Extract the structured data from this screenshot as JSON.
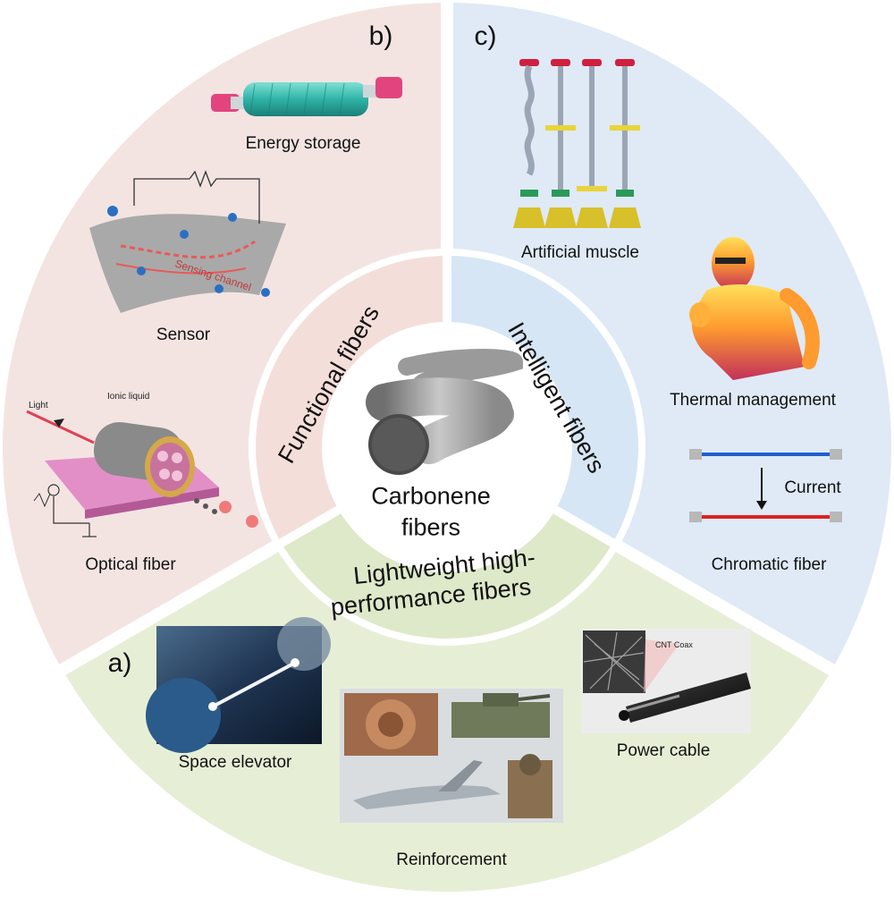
{
  "diagram": {
    "center": {
      "line1": "Carbonene",
      "line2": "fibers"
    },
    "rings": {
      "functional": "Functional  fibers",
      "intelligent": "Intelligent  fibers",
      "lightweight_line1": "Lightweight high-",
      "lightweight_line2": "performance fibers"
    },
    "sections": {
      "a": {
        "letter": "a)",
        "items": {
          "space_elevator": "Space elevator",
          "reinforcement": "Reinforcement",
          "power_cable": "Power cable",
          "cnt_coax": "CNT Coax"
        }
      },
      "b": {
        "letter": "b)",
        "items": {
          "energy_storage": "Energy storage",
          "sensor": "Sensor",
          "sensing_channel": "Sensing channel",
          "optical_fiber": "Optical fiber",
          "light": "Light",
          "ionic_liquid": "Ionic liquid"
        }
      },
      "c": {
        "letter": "c)",
        "items": {
          "artificial_muscle": "Artificial muscle",
          "thermal_management": "Thermal management",
          "current": "Current",
          "chromatic_fiber": "Chromatic fiber"
        }
      }
    },
    "colors": {
      "section_a_bg": "#e6efd6",
      "section_b_bg": "#f3e4e2",
      "section_c_bg": "#dfeaf6",
      "ring_a": "#dde9c8",
      "ring_b": "#f4ded9",
      "ring_c": "#d6e6f5",
      "divider": "#ffffff"
    }
  }
}
